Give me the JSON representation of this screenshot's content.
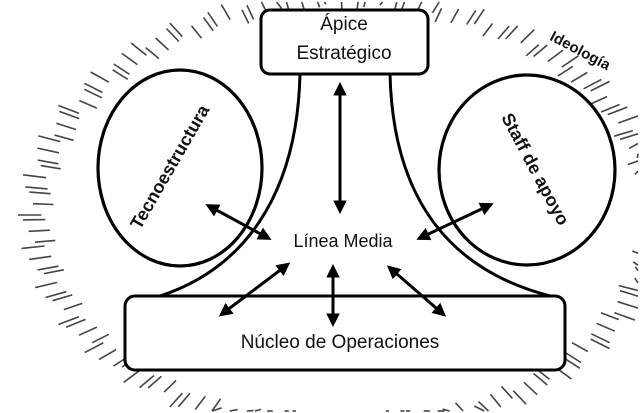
{
  "diagram": {
    "apex": {
      "line1": "Ápice",
      "line2": "Estratégico"
    },
    "middle_line": "Línea Media",
    "operating_core": "Núcleo de Operaciones",
    "technostructure": "Tecnoestructura",
    "support_staff": "Staff de apoyo",
    "ideology": "Ideología"
  },
  "colors": {
    "stroke": "#000000",
    "background": "#ffffff",
    "rays": "#444444"
  }
}
